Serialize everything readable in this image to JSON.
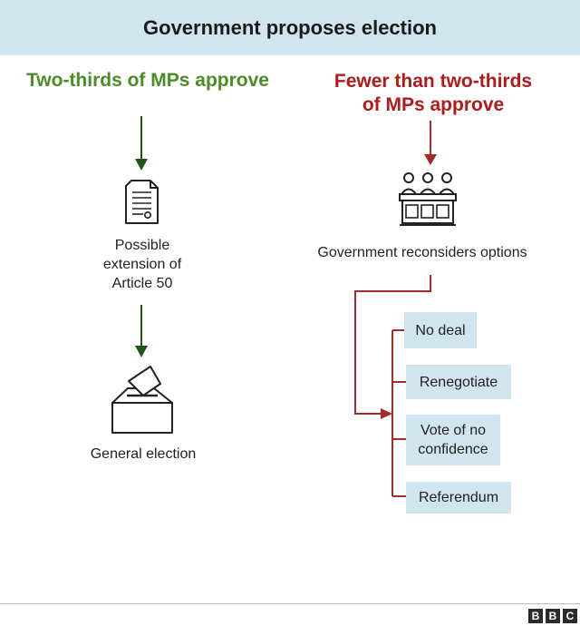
{
  "header": {
    "title": "Government proposes election"
  },
  "left_branch": {
    "title": "Two-thirds of MPs approve",
    "extension_caption_lines": [
      "Possible",
      "extension of",
      "Article 50"
    ],
    "election_caption": "General election",
    "color": "#4c8c27"
  },
  "right_branch": {
    "title_lines": [
      "Fewer than two-thirds",
      "of MPs approve"
    ],
    "reconsider_caption": "Government reconsiders options",
    "color": "#b01a1a",
    "options": [
      {
        "lines": [
          "No deal"
        ]
      },
      {
        "lines": [
          "Renegotiate"
        ]
      },
      {
        "lines": [
          "Vote of no",
          "confidence"
        ]
      },
      {
        "lines": [
          "Referendum"
        ]
      }
    ]
  },
  "colors": {
    "header_bg": "#d1e5ef",
    "option_bg": "#d1e5ef",
    "arrow_green": "#1e5a12",
    "arrow_red": "#a52a2a"
  },
  "icons": [
    "document-icon",
    "parliament-icon",
    "ballot-box-icon"
  ],
  "footer": {
    "logo_letters": [
      "B",
      "B",
      "C"
    ]
  }
}
